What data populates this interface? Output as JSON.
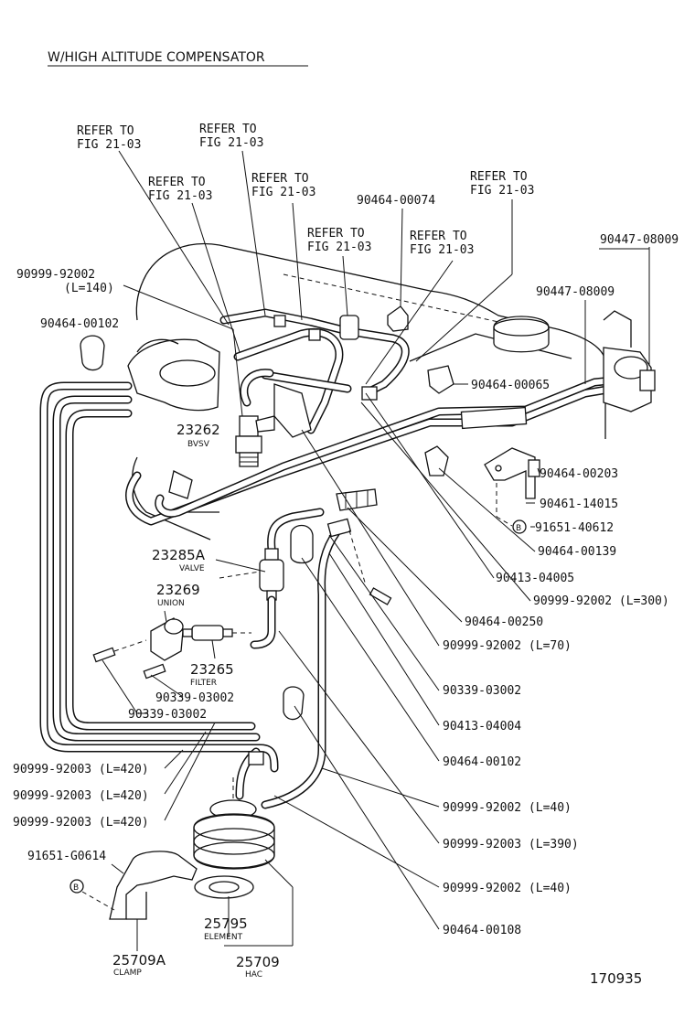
{
  "title": "W/HIGH ALTITUDE COMPENSATOR",
  "figure_number": "170935",
  "refer": [
    {
      "l1": "REFER TO",
      "l2": "FIG 21-03"
    },
    {
      "l1": "REFER TO",
      "l2": "FIG 21-03"
    },
    {
      "l1": "REFER TO",
      "l2": "FIG 21-03"
    },
    {
      "l1": "REFER TO",
      "l2": "FIG 21-03"
    },
    {
      "l1": "REFER TO",
      "l2": "FIG 21-03"
    },
    {
      "l1": "REFER TO",
      "l2": "FIG 21-03"
    },
    {
      "l1": "REFER TO",
      "l2": "FIG 21-03"
    }
  ],
  "parts": {
    "p_90999_92002_140": "90999-92002",
    "p_90999_92002_140_len": "(L=140)",
    "p_90464_00102_a": "90464-00102",
    "p_90464_00074": "90464-00074",
    "p_90447_08009_a": "90447-08009",
    "p_90447_08009_b": "90447-08009",
    "p_90464_00065": "90464-00065",
    "p_90464_00203": "90464-00203",
    "p_90461_14015": "90461-14015",
    "p_91651_40612": "91651-40612",
    "p_90464_00139": "90464-00139",
    "p_90413_04005": "90413-04005",
    "p_90999_92002_300": "90999-92002 (L=300)",
    "p_90464_00250": "90464-00250",
    "p_90999_92002_70": "90999-92002 (L=70)",
    "p_90339_03002_r": "90339-03002",
    "p_90413_04004": "90413-04004",
    "p_90464_00102_b": "90464-00102",
    "p_90999_92002_40a": "90999-92002 (L=40)",
    "p_90999_92003_390": "90999-92003 (L=390)",
    "p_90999_92002_40b": "90999-92002 (L=40)",
    "p_90464_00108": "90464-00108",
    "p_90339_03002_a": "90339-03002",
    "p_90339_03002_b": "90339-03002",
    "p_90999_92003_420a": "90999-92003 (L=420)",
    "p_90999_92003_420b": "90999-92003 (L=420)",
    "p_90999_92003_420c": "90999-92003 (L=420)",
    "p_91651_g0614": "91651-G0614"
  },
  "components": {
    "bvsv_no": "23262",
    "bvsv_name": "BVSV",
    "valve_no": "23285A",
    "valve_name": "VALVE",
    "union_no": "23269",
    "union_name": "UNION",
    "filter_no": "23265",
    "filter_name": "FILTER",
    "element_no": "25795",
    "element_name": "ELEMENT",
    "hac_no": "25709",
    "hac_name": "HAC",
    "clamp_no": "25709A",
    "clamp_name": "CLAMP"
  },
  "bolt_marks": {
    "b": "B"
  }
}
